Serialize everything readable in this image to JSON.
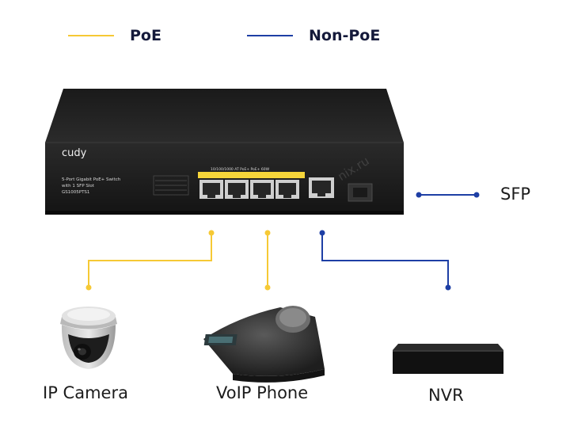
{
  "legend": {
    "poe": {
      "label": "PoE",
      "color": "#f6c935"
    },
    "non_poe": {
      "label": "Non-PoE",
      "color": "#1e3fa5"
    }
  },
  "switch": {
    "brand": "cudy",
    "desc_line1": "5-Port Gigabit PoE+ Switch",
    "desc_line2": "with 1 SFP Slot",
    "model": "GS1005PTS1",
    "poe_strip_text": "10/100/1000 AT PoE+ PoE+ 60W"
  },
  "devices": {
    "sfp": "SFP",
    "ip_camera": "IP Camera",
    "voip_phone": "VoIP Phone",
    "nvr": "NVR"
  },
  "watermark": "nix.ru"
}
